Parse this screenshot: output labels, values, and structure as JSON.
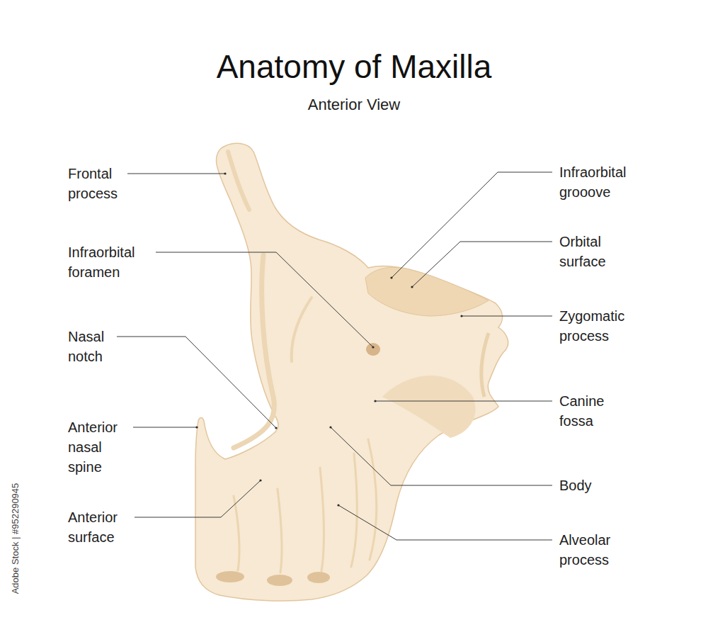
{
  "diagram": {
    "title": "Anatomy of Maxilla",
    "labels": [
      "Anterior View",
      "Frontal process",
      "Infraorbital foramen",
      "Nasal notch",
      "Anterior nasal spine",
      "Anterior surface",
      "Infraorbital grooove",
      "Orbital surface",
      "Zygomatic process",
      "Canine fossa",
      "Body",
      "Alveolar process",
      "Adobe Stock | #952290945"
    ]
  }
}
